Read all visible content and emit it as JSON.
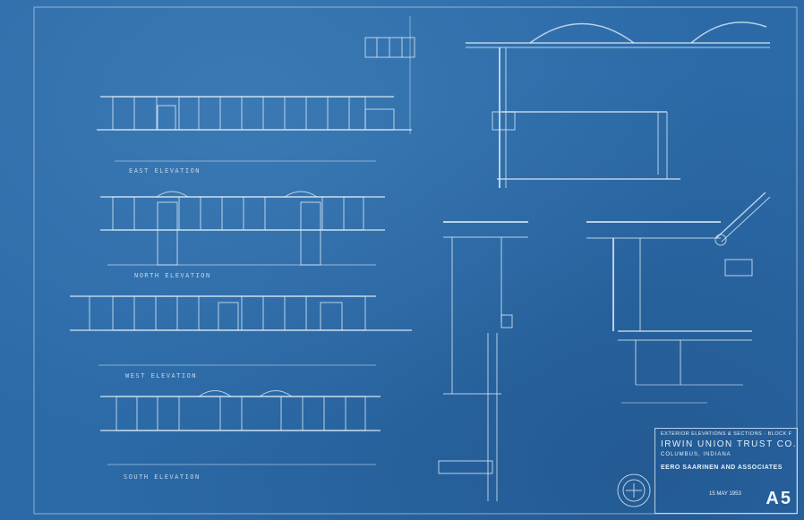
{
  "elevation_labels": {
    "east": "EAST ELEVATION",
    "north": "NORTH ELEVATION",
    "west": "WEST ELEVATION",
    "south": "SOUTH ELEVATION"
  },
  "title_block": {
    "drawing_title": "EXTERIOR ELEVATIONS & SECTIONS - BLOCK F",
    "project": "IRWIN UNION TRUST CO.",
    "location": "COLUMBUS, INDIANA",
    "architect": "EERO SAARINEN AND ASSOCIATES",
    "date": "15 MAY 1953",
    "sheet_number": "A5"
  },
  "colors": {
    "paper": "#2b6aa7",
    "linework": "#dcebf7"
  },
  "icons": [
    "architect-seal-icon"
  ]
}
